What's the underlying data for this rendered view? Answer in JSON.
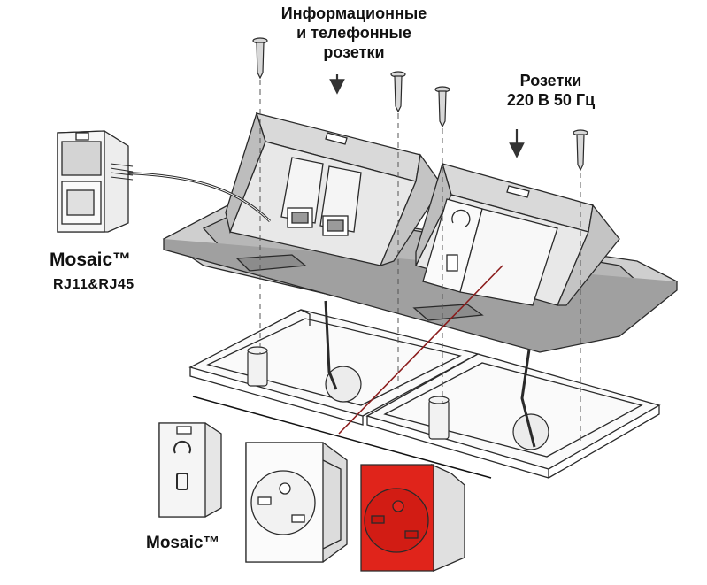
{
  "labels": {
    "info_sockets": [
      "Информационные",
      "и телефонные",
      "розетки"
    ],
    "power_sockets": [
      "Розетки",
      "220 В 50 Гц"
    ],
    "brand_top": "Mosaic™",
    "brand_top_sub": "RJ11&RJ45",
    "brand_bottom": "Mosaic™"
  },
  "colors": {
    "outline": "#2a2a2a",
    "panel": "#c9c9c9",
    "panel_dark": "#8e8e8e",
    "socket_highlight": "#e0241b",
    "pointer_line": "#8b1c1c"
  }
}
